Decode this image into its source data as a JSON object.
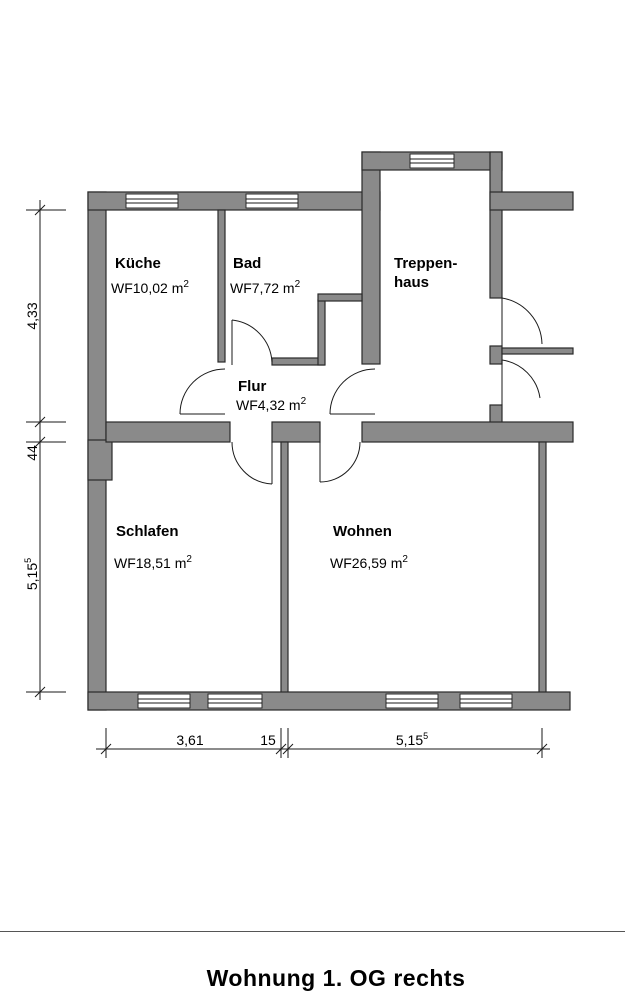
{
  "title": "Wohnung 1. OG rechts",
  "rooms": {
    "kueche": {
      "name": "Küche",
      "area_prefix": "WF",
      "area_value": "10,02 m",
      "area_unit_sup": "2"
    },
    "bad": {
      "name": "Bad",
      "area_prefix": "WF",
      "area_value": "7,72 m",
      "area_unit_sup": "2"
    },
    "treppen": {
      "name_line1": "Treppen-",
      "name_line2": "haus"
    },
    "flur": {
      "name": "Flur",
      "area_prefix": "WF",
      "area_value": "4,32 m",
      "area_unit_sup": "2"
    },
    "schlafen": {
      "name": "Schlafen",
      "area_prefix": "WF",
      "area_value": "18,51 m",
      "area_unit_sup": "2"
    },
    "wohnen": {
      "name": "Wohnen",
      "area_prefix": "WF",
      "area_value": "26,59 m",
      "area_unit_sup": "2"
    }
  },
  "dimensions": {
    "vertical": [
      {
        "value": "4,33",
        "sup": ""
      },
      {
        "value": "44",
        "sup": ""
      },
      {
        "value": "5,15",
        "sup": "5"
      }
    ],
    "horizontal": [
      {
        "value": "3,61",
        "sup": ""
      },
      {
        "value": "15",
        "sup": ""
      },
      {
        "value": "5,15",
        "sup": "5"
      }
    ]
  },
  "colors": {
    "wall": "#8a8a8a",
    "outline": "#2a2a2a",
    "background": "#ffffff"
  }
}
